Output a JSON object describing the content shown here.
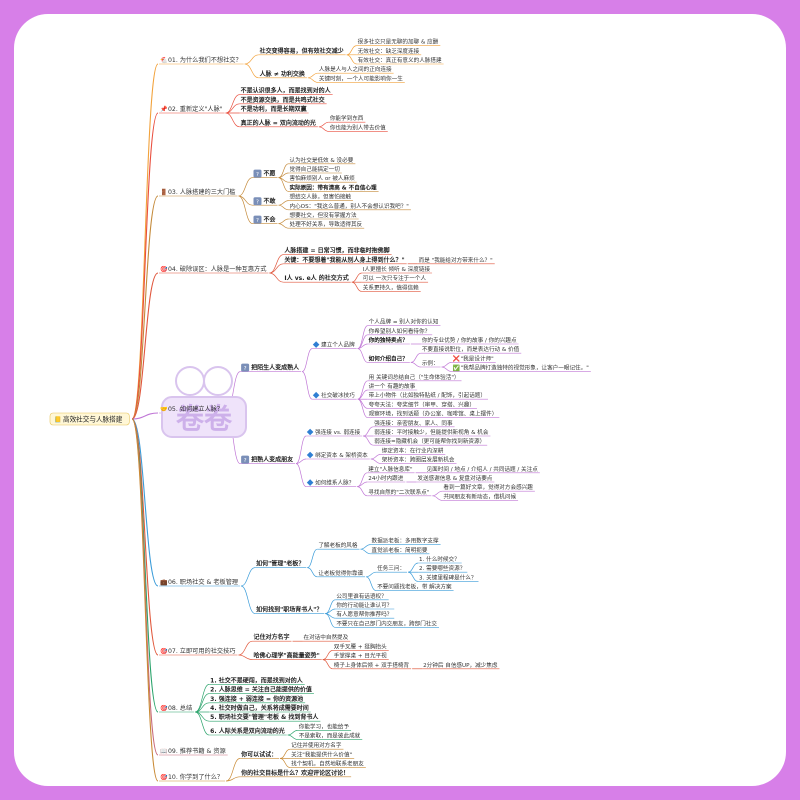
{
  "root": {
    "label": "高效社交与人脉搭建",
    "icon": "📒"
  },
  "colors": {
    "background": "#d77fe8",
    "branches": [
      "#f2a23b",
      "#e94f3f",
      "#c48a3a",
      "#e0563c",
      "#c077d6",
      "#3b9cd9",
      "#e1593d",
      "#2aa36b",
      "#c86a7a",
      "#c98a35",
      "#4a88c7",
      "#8a6fd1"
    ]
  },
  "watermark": "卷卷",
  "sections": [
    {
      "label": "01. 为什么我们不想社交？",
      "icon": "🐔",
      "children": [
        {
          "label": "社交变得容易，但有效社交减少",
          "bold": true,
          "children": [
            {
              "label": "很多社交只是无聊的加聊 & 应酬"
            },
            {
              "label": "无效社交：缺乏深度连接",
              "bold_prefix": "无效社交"
            },
            {
              "label": "有效社交：真正有意义的人脉搭建",
              "bold_prefix": "有效社交"
            }
          ]
        },
        {
          "label": "人脉 ≠ 功利交换",
          "bold": true,
          "children": [
            {
              "label": "人脉是人与人之间的正向连接"
            },
            {
              "label": "关键时刻，一个人可能影响你一生"
            }
          ]
        }
      ]
    },
    {
      "label": "02. 重新定义\"人脉\"",
      "icon": "📌",
      "children": [
        {
          "label": "不是认识很多人，而是找到对的人"
        },
        {
          "label": "不是资源交换，而是共鸣式社交"
        },
        {
          "label": "不是功利，而是长期双赢"
        },
        {
          "label": "真正的人脉 = 双向流动的光",
          "bold": true,
          "children": [
            {
              "label": "你能学到东西"
            },
            {
              "label": "你也能为别人带去价值"
            }
          ]
        }
      ]
    },
    {
      "label": "03. 人脉搭建的三大门槛",
      "icon": "🚪",
      "children": [
        {
          "label": "不愿",
          "tag": true,
          "children": [
            {
              "label": "认为社交是低效 & 没必要"
            },
            {
              "label": "觉得自己能搞定一切"
            },
            {
              "label": "害怕麻烦别人 or 被人麻烦"
            },
            {
              "label": "实际原因：带有清高 & 不自信心理",
              "bold": true
            }
          ]
        },
        {
          "label": "不敢",
          "tag": true,
          "children": [
            {
              "label": "想结交人脉，但害怕接触"
            },
            {
              "label": "内心OS：\"我这么普通，别人不会想认识我吧？\""
            }
          ]
        },
        {
          "label": "不会",
          "tag": true,
          "children": [
            {
              "label": "想要社交，但没有掌握方法"
            },
            {
              "label": "处理不好关系，导致适得其反"
            }
          ]
        }
      ]
    },
    {
      "label": "04. 破除误区：人脉是一种互惠方式",
      "icon": "🎯",
      "children": [
        {
          "label": "人脉搭建 = 日常习惯，而非临时抱佛脚",
          "bold": true
        },
        {
          "label": "关键：不要想着\"我能从别人身上得到什么？\"",
          "children": [
            {
              "label": "而是 \"我能给对方带来什么？\"",
              "bold_suffix": true
            }
          ]
        },
        {
          "label": "I人 vs. e人 的社交方式",
          "bold": true,
          "children": [
            {
              "label": "I人更擅长 倾听 & 深度链接"
            },
            {
              "label": "可以 一次只专注于一个人"
            },
            {
              "label": "关系更持久，值得信赖"
            }
          ]
        }
      ]
    },
    {
      "label": "05. 如何建立人脉？",
      "icon": "🤝",
      "children": [
        {
          "label": "把陌生人变成熟人",
          "tag": true,
          "children": [
            {
              "label": "建立个人品牌",
              "diamond": true,
              "children": [
                {
                  "label": "个人品牌 = 别人对你的认知"
                },
                {
                  "label": "你希望别人如何看待你？"
                },
                {
                  "label": "你的独特卖点？",
                  "bold": true,
                  "children": [
                    {
                      "label": "你的专业优势 / 你的故事 / 你的兴趣点"
                    }
                  ]
                },
                {
                  "label": "如何介绍自己？",
                  "bold": true,
                  "children": [
                    {
                      "label": "不要直接说职位，而是表达行动 & 价值"
                    },
                    {
                      "label": "示例：",
                      "children": [
                        {
                          "label": "\"我是设计师\"",
                          "icon": "❌"
                        },
                        {
                          "label": "\"我帮品牌打造独特的视觉形象，让客户一眼记住。\"",
                          "icon": "✅"
                        }
                      ]
                    }
                  ]
                }
              ]
            },
            {
              "label": "社交破冰技巧",
              "diamond": true,
              "children": [
                {
                  "label": "用 关键词总结自己（\"生命体验活\"）"
                },
                {
                  "label": "讲一个 有趣的故事"
                },
                {
                  "label": "带上小物件（比如独特贴纸 / 配饰，引起话题）"
                },
                {
                  "label": "夸夸天法：夸奖细节（审甲、穿搭、兴趣）"
                },
                {
                  "label": "观察环境，找到话题（办公室、咖啡馆、桌上摆件）"
                }
              ]
            }
          ]
        },
        {
          "label": "把熟人变成朋友",
          "tag": true,
          "children": [
            {
              "label": "强连接 vs. 弱连接",
              "diamond": true,
              "children": [
                {
                  "label": "强连接：亲密朋友、家人、同事"
                },
                {
                  "label": "弱连接：平时接触少，但能提供新视角 & 机会"
                },
                {
                  "label": "弱连接=隐藏机会（更可能帮你找到新资源）"
                }
              ]
            },
            {
              "label": "绑定资本 & 架桥资本",
              "diamond": true,
              "children": [
                {
                  "label": "绑定资本：在行业内深耕"
                },
                {
                  "label": "架桥资本：跨圈层发展新机会"
                }
              ]
            },
            {
              "label": "如何维系人脉？",
              "diamond": true,
              "children": [
                {
                  "label": "建立\"人脉信息库\"",
                  "children": [
                    {
                      "label": "见面时间 / 地点 / 介绍人 / 共同话题 / 关注点"
                    }
                  ]
                },
                {
                  "label": "24小时内跟进",
                  "children": [
                    {
                      "label": "发送感谢信息 & 复盘对话要点"
                    }
                  ]
                },
                {
                  "label": "寻找自然的\"二次联系点\"",
                  "children": [
                    {
                      "label": "看到一篇好文章，觉得对方会感兴趣"
                    },
                    {
                      "label": "共同朋友有新动态，借机问候"
                    }
                  ]
                }
              ]
            }
          ]
        }
      ]
    },
    {
      "label": "06. 职场社交 & 老板管理",
      "icon": "💼",
      "children": [
        {
          "label": "如何\"管理\"老板？",
          "children": [
            {
              "label": "了解老板的风格",
              "children": [
                {
                  "label": "数据派老板：多用数字支撑"
                },
                {
                  "label": "直觉派老板：简明扼要"
                }
              ]
            },
            {
              "label": "让老板觉得你靠谱",
              "children": [
                {
                  "label": "任务三问：",
                  "children": [
                    {
                      "label": "1. 什么时候交？"
                    },
                    {
                      "label": "2. 需要哪些资源？"
                    },
                    {
                      "label": "3. 关键里程碑是什么？"
                    }
                  ]
                },
                {
                  "label": "不要问题找老板，带 解决方案"
                }
              ]
            }
          ]
        },
        {
          "label": "如何找到\"职场背书人\"？",
          "children": [
            {
              "label": "公司里谁有话语权？"
            },
            {
              "label": "你的行动能让谁认可？"
            },
            {
              "label": "有人愿意帮你推荐吗？"
            },
            {
              "label": "不要只在自己部门内交朋友，跨部门社交"
            }
          ]
        }
      ]
    },
    {
      "label": "07. 立即可用的社交技巧",
      "icon": "🎯",
      "children": [
        {
          "label": "记住对方名字",
          "children": [
            {
              "label": "在对话中自然提及"
            }
          ]
        },
        {
          "label": "哈佛心理学\"高能量姿势\"",
          "children": [
            {
              "label": "双手叉腰 + 挺胸抬头"
            },
            {
              "label": "手掌撑桌 + 目光平视"
            },
            {
              "label": "椅子上身体后倾 + 双手搭椅背",
              "children": [
                {
                  "label": "2分钟后 自信感UP，减少焦虑"
                }
              ]
            }
          ]
        }
      ]
    },
    {
      "label": "08. 总结",
      "icon": "🎯",
      "children": [
        {
          "label": "1. 社交不是硬闯，而是找到对的人"
        },
        {
          "label": "2. 人脉思维 = 关注自己能提供的价值"
        },
        {
          "label": "3. 强连接 + 弱连接 = 你的资源池"
        },
        {
          "label": "4. 社交时做自己，关系将成需要时间"
        },
        {
          "label": "5. 职场社交要\"管理\"老板 & 找到背书人"
        },
        {
          "label": "6. 人际关系是双向流动的光",
          "children": [
            {
              "label": "你能学习，也能给予"
            },
            {
              "label": "不是索取，而是彼此成就"
            }
          ]
        }
      ]
    },
    {
      "label": "09. 推荐书籍 & 资源",
      "icon": "📖",
      "children": []
    },
    {
      "label": "10. 你学到了什么？",
      "icon": "🎯",
      "children": [
        {
          "label": "你可以试试：",
          "children": [
            {
              "label": "记住并使用对方名字"
            },
            {
              "label": "关注\"我能提供什么价值\""
            },
            {
              "label": "找个契机，自然地联系老朋友"
            }
          ]
        },
        {
          "label": "你的社交目标是什么？欢迎评论区讨论！",
          "bold": true
        }
      ]
    }
  ]
}
